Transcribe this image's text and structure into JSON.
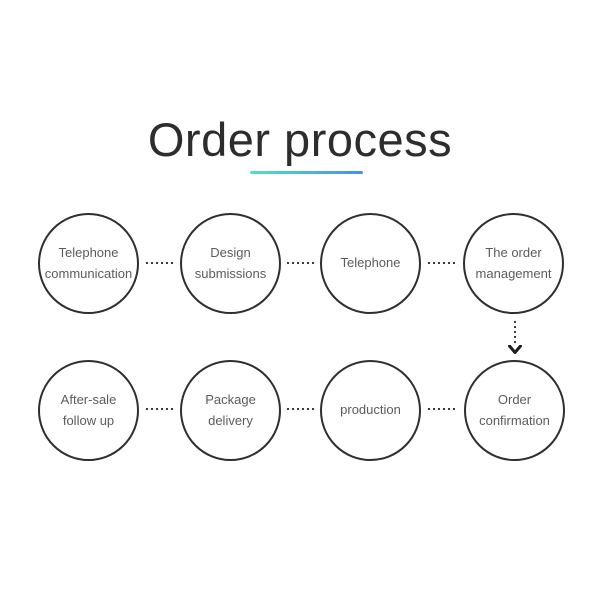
{
  "title": "Order process",
  "colors": {
    "title_text": "#2d2d2d",
    "circle_border": "#2f2f2f",
    "label_text": "#5c5c5c",
    "dot_color": "#3a3a3a",
    "accent_from": "#52e0c1",
    "accent_to": "#4a8ef0"
  },
  "steps": {
    "top": [
      {
        "id": "telephone-communication",
        "lines": [
          "Telephone",
          "communication"
        ]
      },
      {
        "id": "design-submissions",
        "lines": [
          "Design",
          "submissions"
        ]
      },
      {
        "id": "telephone",
        "lines": [
          "Telephone"
        ]
      },
      {
        "id": "order-management",
        "lines": [
          "The order",
          "management"
        ]
      }
    ],
    "bottom": [
      {
        "id": "after-sale-follow-up",
        "lines": [
          "After-sale",
          "follow up"
        ]
      },
      {
        "id": "package-delivery",
        "lines": [
          "Package",
          "delivery"
        ]
      },
      {
        "id": "production",
        "lines": [
          "production"
        ]
      },
      {
        "id": "order-confirmation",
        "lines": [
          "Order",
          "confirmation"
        ]
      }
    ]
  }
}
